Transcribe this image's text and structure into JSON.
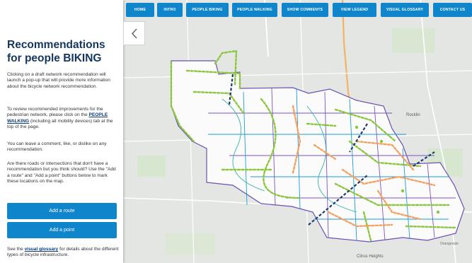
{
  "nav": {
    "items": [
      {
        "label": "HOME"
      },
      {
        "label": "INTRO"
      },
      {
        "label": "PEOPLE BIKING"
      },
      {
        "label": "PEOPLE WALKING"
      },
      {
        "label": "SHOW COMMENTS"
      },
      {
        "label": "VIEW LEGEND"
      },
      {
        "label": "VISUAL GLOSSARY"
      },
      {
        "label": "CONTACT US"
      }
    ]
  },
  "panel": {
    "title": "Recommendations for people BIKING",
    "para1": "Clicking on a draft network recommendation will launch a pop-up that will provide more information about the bicycle network recommendation.",
    "para2_pre": "To review recommended improvements for the pedestrian network, please click on the",
    "para2_link": "PEOPLE WALKING",
    "para2_post": "(including all mobility devices) tab at the top of the page.",
    "para3": "You can leave a comment, like, or dislike on any recommendation.",
    "para4": "Are there roads or intersections that don't have a recommendation but you think should? Use the \"Add a route\" and \"Add a point\" buttons below to mark these locations on the map.",
    "add_route": "Add a route",
    "add_point": "Add a point",
    "foot_pre": "See the",
    "foot_link": "visual glossary",
    "foot_post": "for details about the different types of bicycle infrastructure."
  },
  "map": {
    "places": {
      "rocklin": "Rocklin",
      "citrus_heights": "Citrus Heights",
      "orangevale": "Orangevale"
    }
  },
  "colors": {
    "brand_blue": "#0f85cc",
    "title_navy": "#14365e",
    "route_green": "#8cc63f",
    "route_orange": "#f4a261",
    "route_blue": "#1a9bd7",
    "route_purple": "#7b52c7",
    "route_darkblue": "#1f3b6e"
  },
  "icons": {
    "collapse": "chevron-left-icon"
  }
}
